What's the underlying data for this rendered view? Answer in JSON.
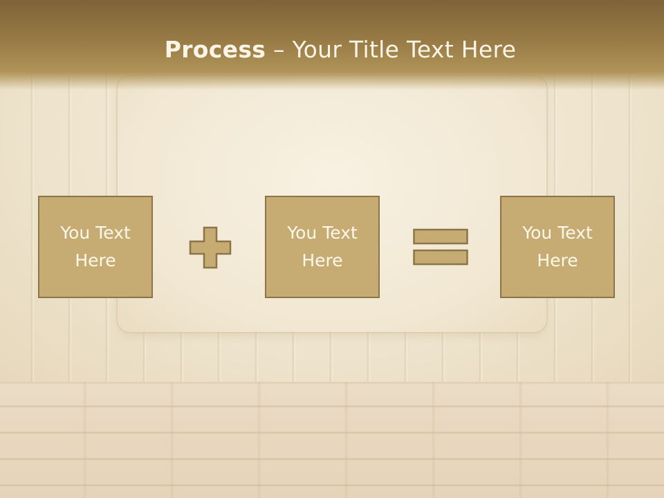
{
  "slide": {
    "title_bold": "Process",
    "title_rest": " – Your Title Text Here",
    "boxes": [
      {
        "line1": "You Text",
        "line2": "Here"
      },
      {
        "line1": "You Text",
        "line2": "Here"
      },
      {
        "line1": "You Text",
        "line2": "Here"
      }
    ],
    "operators": [
      "plus-icon",
      "equals-icon"
    ],
    "colors": {
      "title_bar": "#8f733f",
      "box_fill": "#c6ab72",
      "box_border": "#8c7449",
      "text": "#fdf8ec"
    }
  }
}
